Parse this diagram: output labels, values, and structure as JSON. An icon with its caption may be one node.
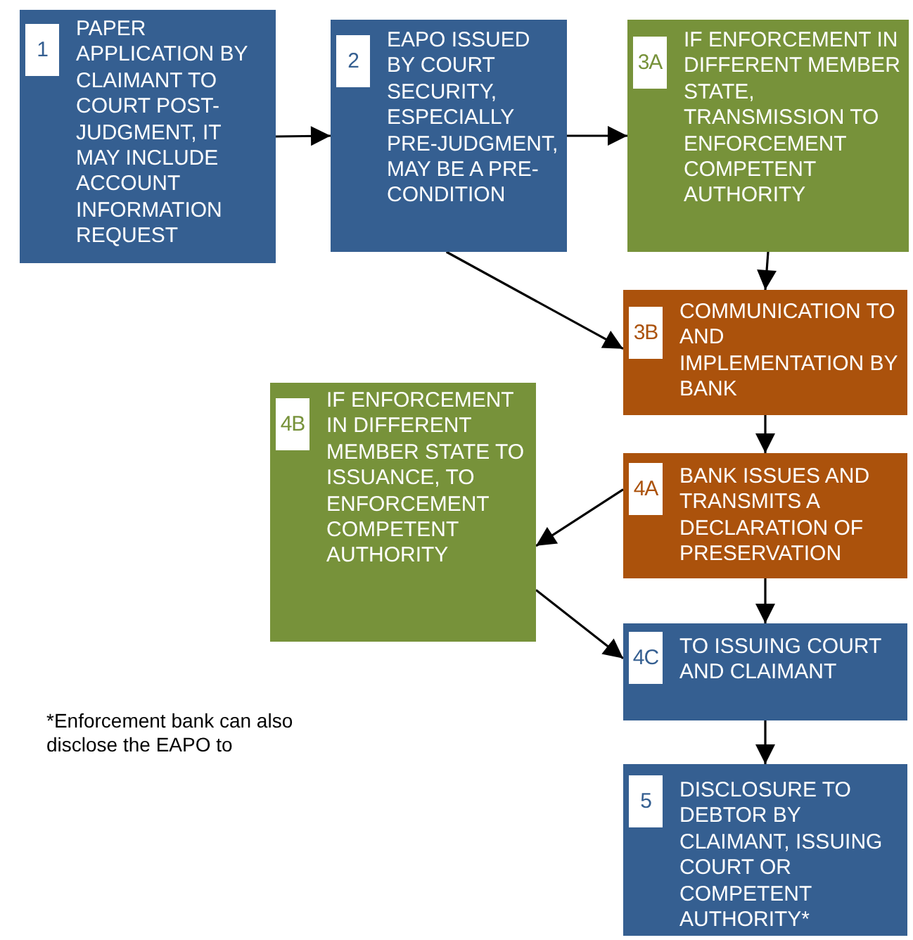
{
  "diagram": {
    "nodes": [
      {
        "text": [
          "1",
          "PAPER APPLICATION BY CLAIMANT TO COURT POST-JUDGMENT, IT MAY INCLUDE ACCOUNT INFORMATION REQUEST"
        ]
      },
      {
        "text": [
          "2",
          "EAPO ISSUED BY COURT SECURITY, ESPECIALLY PRE-JUDGMENT, MAY BE A PRE-CONDITION"
        ]
      },
      {
        "text": [
          "3A",
          "IF ENFORCEMENT IN DIFFERENT MEMBER STATE, TRANSMISSION TO ENFORCEMENT COMPETENT AUTHORITY"
        ]
      },
      {
        "text": [
          "3B",
          "COMMUNICATION TO AND IMPLEMENTATION BY BANK"
        ]
      },
      {
        "text": [
          "4B",
          "IF ENFORCEMENT IN DIFFERENT MEMBER STATE TO ISSUANCE, TO ENFORCEMENT COMPETENT AUTHORITY"
        ]
      },
      {
        "text": [
          "4A",
          "BANK ISSUES AND TRANSMITS A DECLARATION OF PRESERVATION"
        ]
      },
      {
        "text": [
          "4C",
          "TO ISSUING COURT AND CLAIMANT"
        ]
      },
      {
        "text": [
          "5",
          "DISCLOSURE TO DEBTOR BY CLAIMANT, ISSUING COURT OR COMPETENT AUTHORITY*"
        ]
      }
    ],
    "edges": [
      {
        "from": 0,
        "to": 1,
        "arrow": "to"
      },
      {
        "from": 1,
        "to": 2,
        "arrow": "to"
      },
      {
        "from": 2,
        "to": 3,
        "arrow": "to"
      },
      {
        "from": 1,
        "to": 3,
        "arrow": "to"
      },
      {
        "from": 3,
        "to": 5,
        "arrow": "to"
      },
      {
        "from": 5,
        "to": 4,
        "arrow": "to"
      },
      {
        "from": 4,
        "to": 6,
        "arrow": "to"
      },
      {
        "from": 5,
        "to": 6,
        "arrow": "to"
      },
      {
        "from": 6,
        "to": 7,
        "arrow": "to"
      }
    ],
    "labels": [
      "*Enforcement bank can also disclose the EAPO to"
    ]
  }
}
